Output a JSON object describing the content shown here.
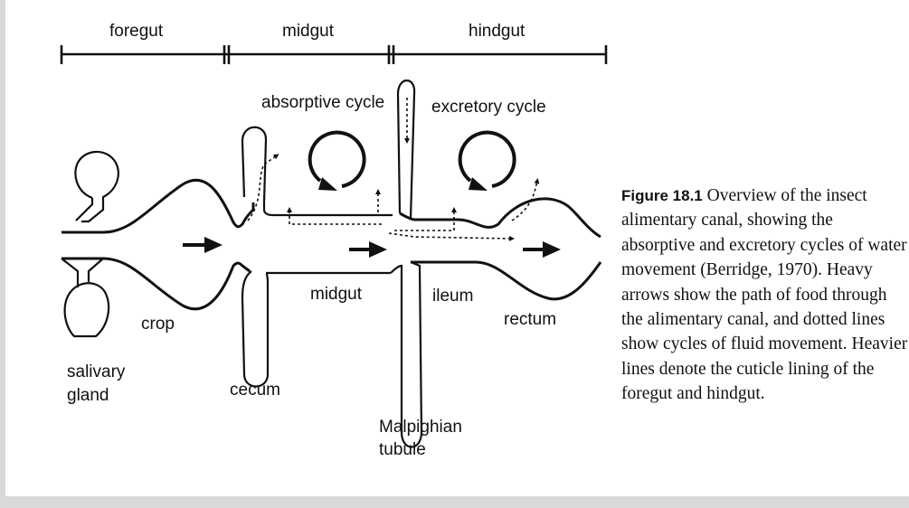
{
  "segments": {
    "foregut": "foregut",
    "midgut": "midgut",
    "hindgut": "hindgut"
  },
  "labels": {
    "absorptive_cycle": "absorptive cycle",
    "excretory_cycle": "excretory cycle",
    "midgut": "midgut",
    "ileum": "ileum",
    "crop": "crop",
    "rectum": "rectum",
    "salivary_gland_line1": "salivary",
    "salivary_gland_line2": "gland",
    "cecum": "cecum",
    "malpighian_line1": "Malpighian",
    "malpighian_line2": "tubule"
  },
  "caption": {
    "figure_label": "Figure 18.1",
    "text": "Overview of the insect alimentary canal, showing the absorptive and excretory cycles of water movement (Berridge, 1970). Heavy arrows show the path of food through the alimentary canal, and dotted lines show cycles of fluid movement. Heavier lines denote the cuticle lining of the foregut and hindgut."
  }
}
